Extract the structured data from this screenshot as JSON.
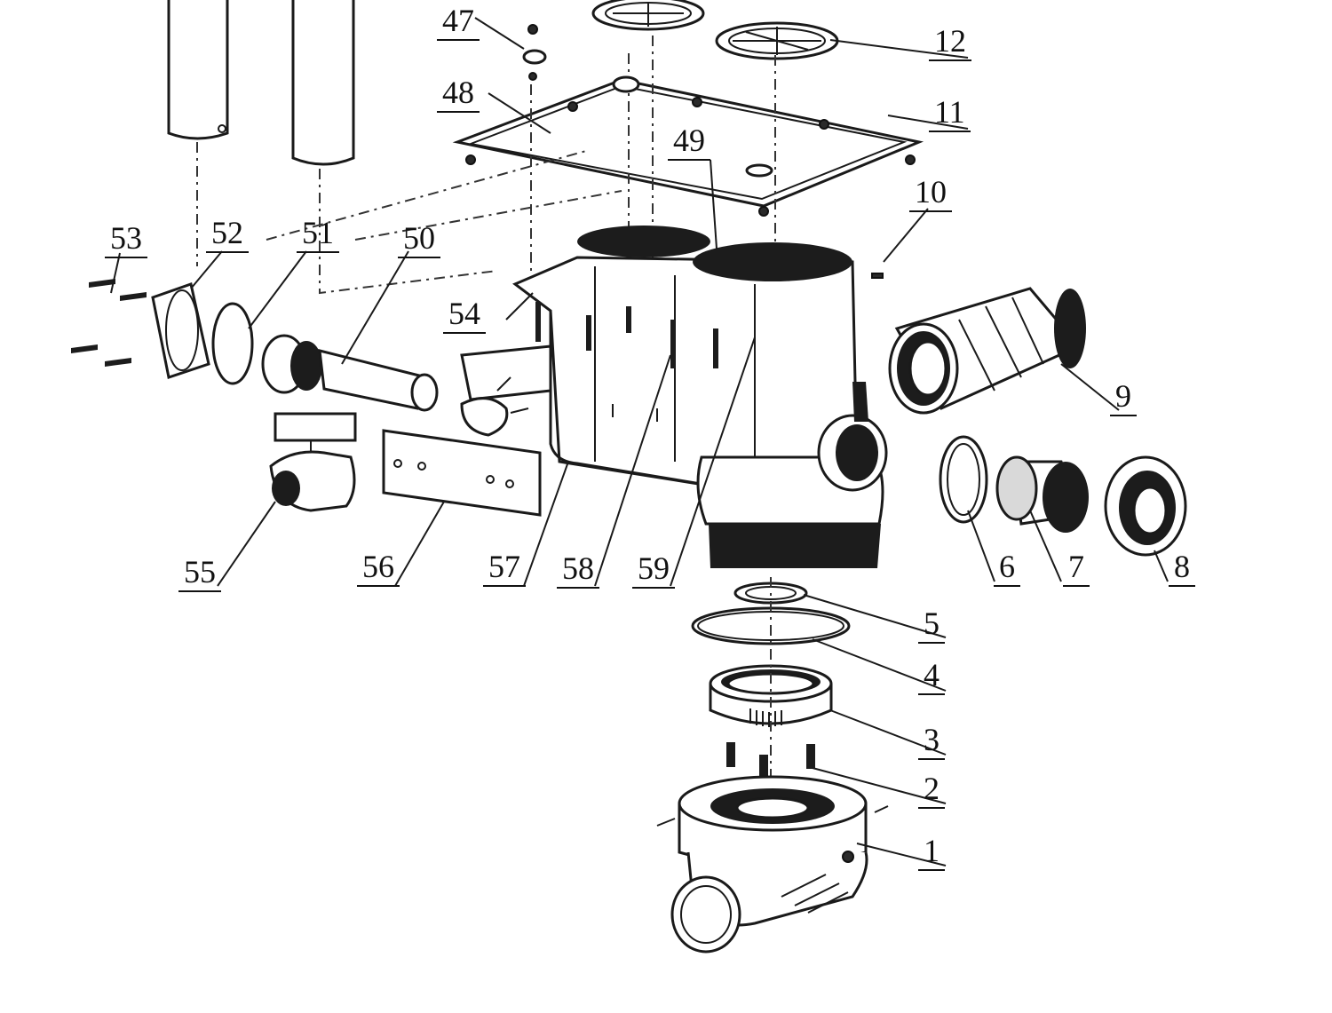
{
  "labels": {
    "l1": "1",
    "l2": "2",
    "l3": "3",
    "l4": "4",
    "l5": "5",
    "l6": "6",
    "l7": "7",
    "l8": "8",
    "l9": "9",
    "l10": "10",
    "l11": "11",
    "l12": "12",
    "l47": "47",
    "l48": "48",
    "l49": "49",
    "l50": "50",
    "l51": "51",
    "l52": "52",
    "l53": "53",
    "l54": "54",
    "l55": "55",
    "l56": "56",
    "l57": "57",
    "l58": "58",
    "l59": "59"
  },
  "colors": {
    "ink": "#1a1a1a",
    "background": "#ffffff"
  }
}
